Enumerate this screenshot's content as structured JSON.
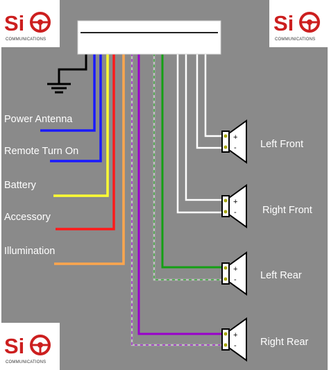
{
  "logo": {
    "letters": "Si",
    "subtitle": "COMMUNICATIONS"
  },
  "left_labels": [
    {
      "id": "power-antenna",
      "text": "Power Antenna"
    },
    {
      "id": "remote-turn-on",
      "text": "Remote Turn On"
    },
    {
      "id": "battery",
      "text": "Battery"
    },
    {
      "id": "accessory",
      "text": "Accessory"
    },
    {
      "id": "illumination",
      "text": "Illumination"
    }
  ],
  "speakers": [
    {
      "id": "left-front",
      "text": "Left Front"
    },
    {
      "id": "right-front",
      "text": "Right Front"
    },
    {
      "id": "left-rear",
      "text": "Left Rear"
    },
    {
      "id": "right-rear",
      "text": "Right Rear"
    }
  ],
  "colors": {
    "background": "#8a8a8a",
    "ground": "#000000",
    "power_antenna": "#1a1aff",
    "remote_turn_on": "#1a1aff",
    "battery": "#ffff33",
    "accessory": "#ff1a1a",
    "illumination": "#ffa64d",
    "front_speaker": "#ffffff",
    "left_rear": "#14a014",
    "right_rear": "#9900cc",
    "logo_red": "#cc1f1f"
  }
}
